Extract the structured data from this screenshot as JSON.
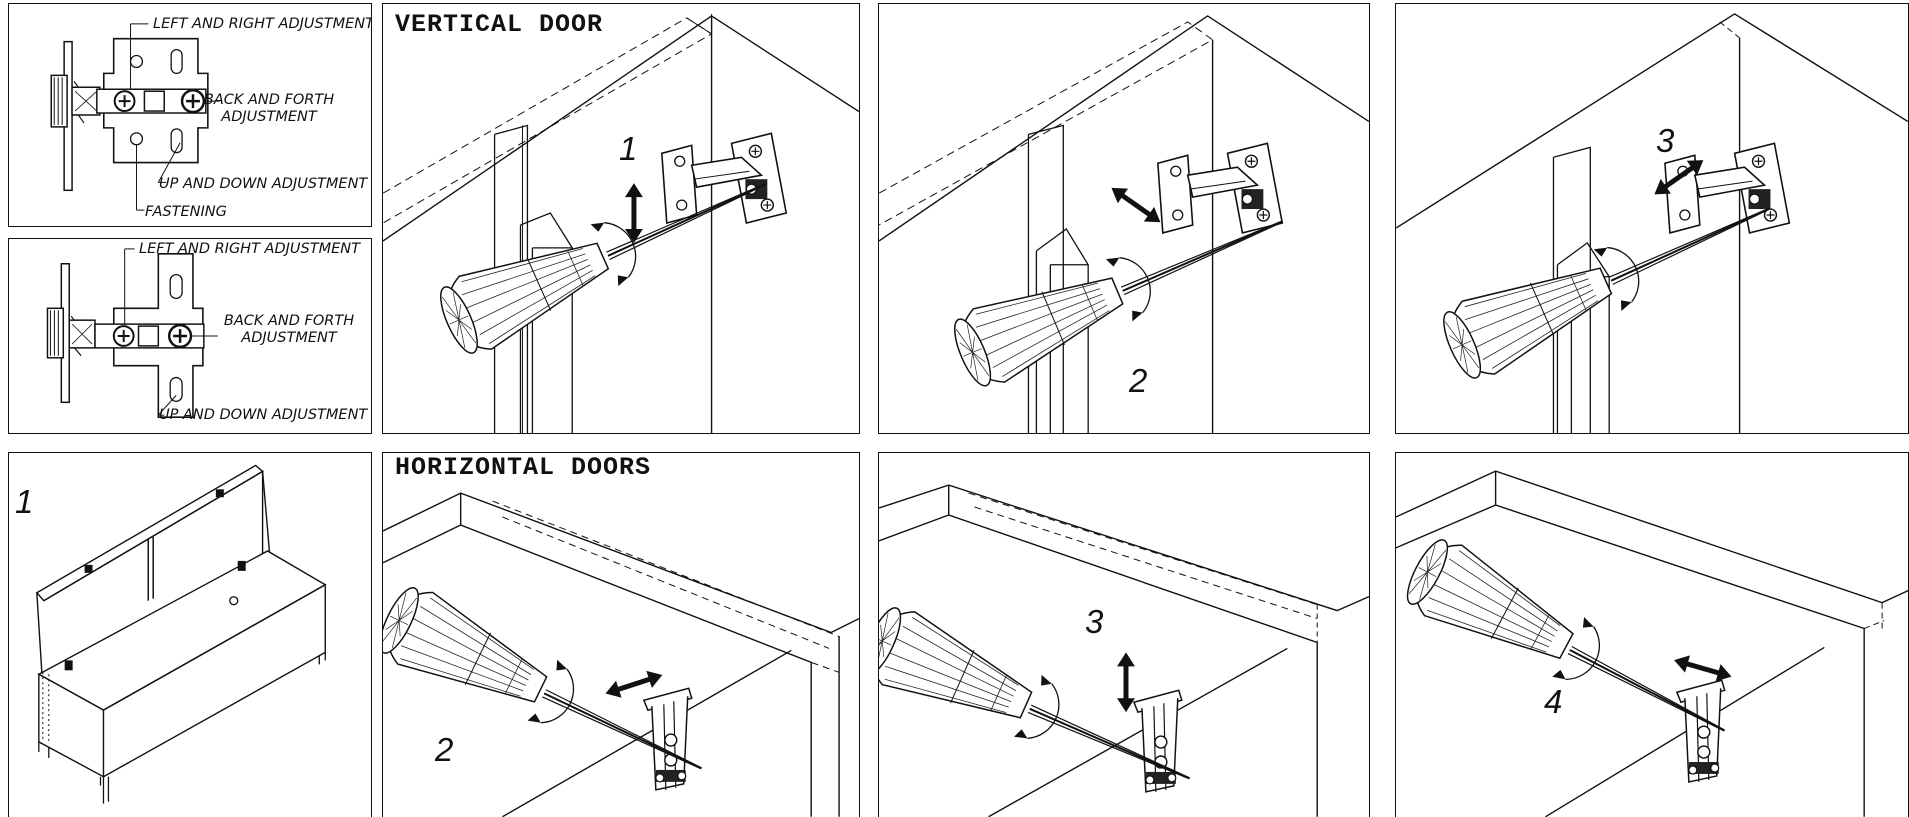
{
  "hinge_diagram_1": {
    "left_right": "LEFT AND  RIGHT ADJUSTMENT",
    "back_forth_1": "BACK AND FORTH",
    "back_forth_2": "ADJUSTMENT",
    "up_down": "UP  AND  DOWN  ADJUSTMENT",
    "fastening": "FASTENING"
  },
  "hinge_diagram_2": {
    "left_right": "LEFT AND  RIGHT ADJUSTMENT",
    "back_forth_1": "BACK AND FORTH",
    "back_forth_2": "ADJUSTMENT",
    "up_down": "UP  AND  DOWN  ADJUSTMENT"
  },
  "vertical_door": {
    "title": "VERTICAL DOOR",
    "steps": [
      "1",
      "2",
      "3"
    ]
  },
  "horizontal_doors": {
    "title": "HORIZONTAL DOORS",
    "steps": [
      "1",
      "2",
      "3",
      "4"
    ]
  },
  "icons": [
    "screwdriver-icon",
    "hinge-icon",
    "double-arrow-icon",
    "rotate-arrow-icon",
    "bench-cabinet-icon"
  ]
}
